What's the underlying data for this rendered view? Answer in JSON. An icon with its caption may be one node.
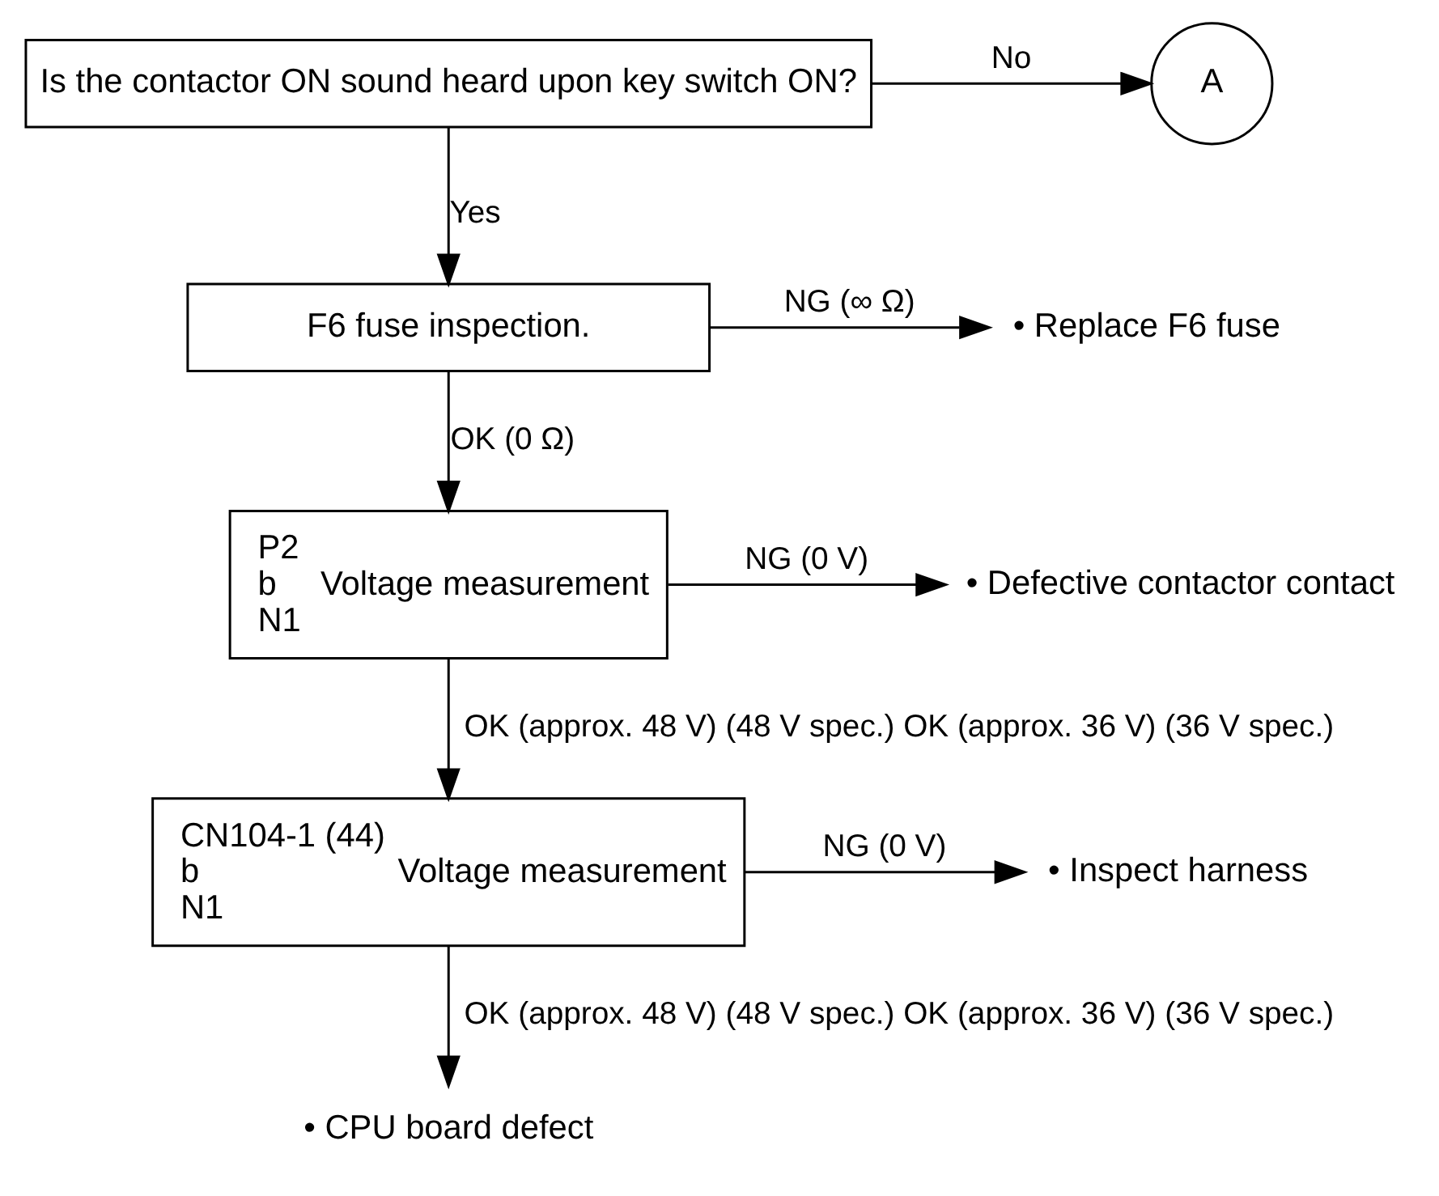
{
  "diagram": {
    "nodes": [
      {
        "text": [
          "Is the contactor ON sound heard upon key switch ON?"
        ]
      },
      {
        "text": [
          "A"
        ]
      },
      {
        "text": [
          "F6 fuse inspection."
        ]
      },
      {
        "text": [
          "• Replace F6 fuse"
        ]
      },
      {
        "text": [
          "P2",
          "b",
          "N1",
          "Voltage measurement"
        ]
      },
      {
        "text": [
          "• Defective contactor contact"
        ]
      },
      {
        "text": [
          "CN104-1 (44)",
          "b",
          "N1",
          "Voltage measurement"
        ]
      },
      {
        "text": [
          "• Inspect harness"
        ]
      },
      {
        "text": [
          "• CPU board defect"
        ]
      }
    ],
    "edges": [
      {
        "from": 0,
        "to": 1,
        "arrow": "to",
        "label": "No"
      },
      {
        "from": 0,
        "to": 2,
        "arrow": "to",
        "label": "Yes"
      },
      {
        "from": 2,
        "to": 3,
        "arrow": "to",
        "label": "NG (∞ Ω)"
      },
      {
        "from": 2,
        "to": 4,
        "arrow": "to",
        "label": "OK (0 Ω)"
      },
      {
        "from": 4,
        "to": 5,
        "arrow": "to",
        "label": "NG (0 V)"
      },
      {
        "from": 4,
        "to": 6,
        "arrow": "to",
        "label": "OK (approx. 48 V) (48 V spec.) OK (approx. 36 V) (36 V spec.)"
      },
      {
        "from": 6,
        "to": 7,
        "arrow": "to",
        "label": "NG (0 V)"
      },
      {
        "from": 6,
        "to": 8,
        "arrow": "to",
        "label": "OK (approx. 48 V) (48 V spec.) OK (approx. 36 V) (36 V spec.)"
      }
    ]
  }
}
